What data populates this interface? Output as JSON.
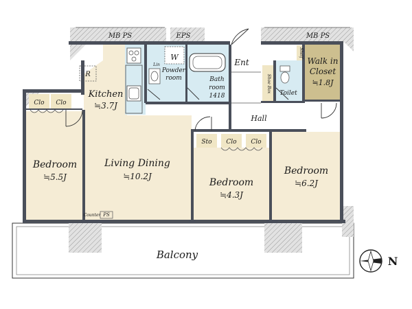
{
  "rooms": {
    "mbps_left": "MB PS",
    "eps": "EPS",
    "mbps_right": "MB PS",
    "ent": "Ent",
    "kitchen": "Kitchen",
    "kitchen_size": "≒3.7J",
    "refrigerator": "R",
    "washer": "W",
    "powder_room_1": "Powder",
    "powder_room_2": "room",
    "lin": "Lin",
    "bathroom_1": "Bath",
    "bathroom_2": "room",
    "bathroom_3": "1418",
    "shoe_box": "Shoe Box",
    "toilet": "Toilet",
    "shelf": "Shelf",
    "walkin_1": "Walk in",
    "walkin_2": "Closet",
    "walkin_size": "≒1.8J",
    "clo_a": "Clo",
    "clo_b": "Clo",
    "bedroom_left": "Bedroom",
    "bedroom_left_size": "≒5.5J",
    "living": "Living Dining",
    "living_size": "≒10.2J",
    "hall": "Hall",
    "sto": "Sto",
    "clo_c": "Clo",
    "clo_d": "Clo",
    "bedroom_mid": "Bedroom",
    "bedroom_mid_size": "≒4.3J",
    "bedroom_right": "Bedroom",
    "bedroom_right_size": "≒6.2J",
    "counter": "Counter",
    "ps_bottom": "PS",
    "balcony": "Balcony"
  },
  "compass": {
    "label": "N"
  },
  "colors": {
    "floor_wood": "#f5ecd5",
    "floor_tile": "#d7ebf2",
    "wall": "#4a4f5a",
    "walkin_fill": "#cdbf8f",
    "closet_fill": "#f0e6c5"
  }
}
